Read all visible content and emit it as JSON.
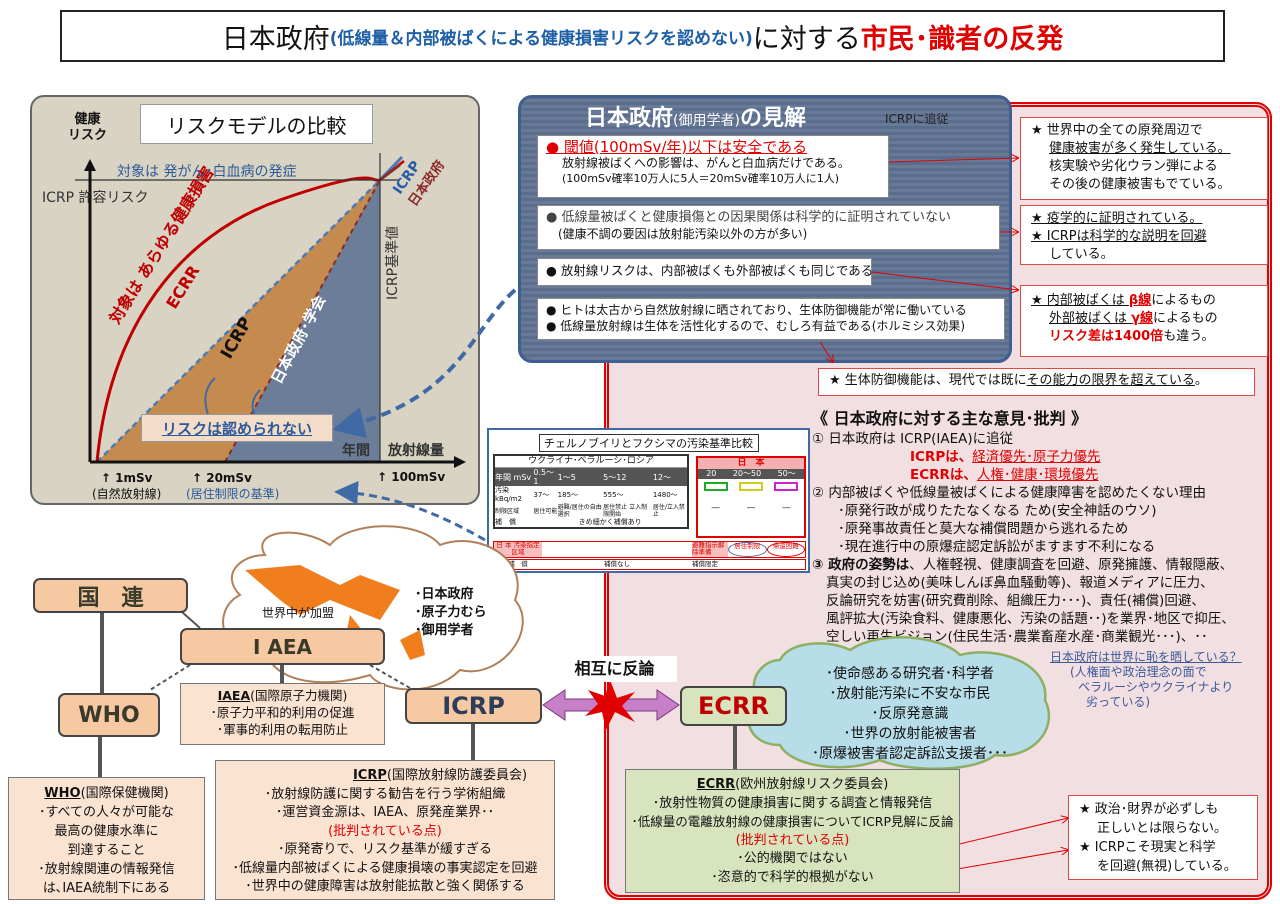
{
  "title": {
    "main": "日本政府",
    "sub": "(低線量＆内部被ばくによる健康損害リスクを認めない)",
    "mid": "に対する ",
    "red": "市民･識者の反発"
  },
  "risk_model": {
    "title": "リスクモデルの比較",
    "y_axis": [
      "健康",
      "リスク"
    ],
    "x_axis_label": "放射線量",
    "x_axis_label2": "年間",
    "target_cancer": "対象は 発がん･白血病の発症",
    "icrp_permissible": "ICRP  許容リスク",
    "ecrr_target": "対象は あらゆる健康損害",
    "ecrr": "ECRR",
    "icrp": "ICRP",
    "gov_academia": "日本政府･学会",
    "icrp_standard": "ICRP基準値",
    "corner_icrp": "ICRP",
    "corner_gov": "日本政府",
    "no_risk": "リスクは認められない",
    "ticks": [
      {
        "label": "↑ 1mSv",
        "note": "(自然放射線)"
      },
      {
        "label": "↑ 20mSv",
        "note": "(居住制限の基準)"
      },
      {
        "label": "↑ 100mSv",
        "note": ""
      }
    ],
    "colors": {
      "ecrr": "#c00000",
      "icrp": "#4a7ab8",
      "gov": "#8b2a2a"
    }
  },
  "gov_view": {
    "title": "日本政府",
    "title_paren": "(御用学者)",
    "title_end": "の見解",
    "follow": "ICRPに追従",
    "items": [
      {
        "head": "● 閾値(100mSv/年)以下は安全である",
        "lines": [
          "放射線被ばくへの影響は、がんと白血病だけである。",
          "(100mSv確率10万人に5人＝20mSv確率10万人に1人)"
        ]
      },
      {
        "head": "● 低線量被ばくと健康損傷との因果関係は科学的に証明されていない",
        "lines": [
          "(健康不調の要因は放射能汚染以外の方が多い)"
        ]
      },
      {
        "head": "● 放射線リスクは、内部被ばくも外部被ばくも同じである",
        "lines": []
      },
      {
        "head": "● ヒトは太古から自然放射線に晒されており、生体防御機能が常に働いている",
        "lines": [
          "● 低線量放射線は生体を活性化するので、むしろ有益である(ホルミシス効果)"
        ]
      }
    ]
  },
  "rebuttals": [
    {
      "lines": [
        "★ 世界中の全ての原発周辺で",
        "健康被害が多く発生している。",
        "核実験や劣化ウラン弾による",
        "その後の健康被害もでている。"
      ]
    },
    {
      "lines": [
        "★ 疫学的に証明されている。",
        "★ ICRPは科学的な説明を回避",
        "している。"
      ]
    },
    {
      "l1a": "★ 内部被ばくは ",
      "l1b": "β線",
      "l1c": "によるもの",
      "l2a": "外部被ばくは ",
      "l2b": "γ線",
      "l2c": "によるもの",
      "l3a": "リスク差は1400倍",
      "l3b": "も違う。"
    },
    {
      "a": "★ 生体防御機能は、現代では既に",
      "b": "その能力の限界を超えている",
      "c": "。"
    }
  ],
  "table": {
    "title": "チェルノブイリとフクシマの汚染基準比較",
    "ukr_header": "ウクライナ･ベラルーシ･ロシア",
    "jp_header": "日　本",
    "row_dose": [
      "年間 mSv",
      "0.5〜1",
      "1〜5",
      "5〜12",
      "12〜",
      "20",
      "20〜50",
      "50〜"
    ],
    "row_contam": [
      "汚染 kBq/m2",
      "37〜",
      "185〜",
      "555〜",
      "1480〜"
    ],
    "row_zone": [
      "制限区域",
      "居住可能",
      "避難/居住の自由選択",
      "居住禁止 立入制限開始",
      "居住/立入禁止",
      "―",
      "―",
      "―"
    ],
    "row_comp": [
      "補　償",
      "きめ細かく補償あり"
    ],
    "jp_zone": [
      "日 本 汚染指定区域",
      "避難指示解除準備",
      "居住制限",
      "帰還困難"
    ],
    "jp_comp": [
      "補　償",
      "補償なし",
      "補償限定"
    ]
  },
  "opinions": {
    "title": "《 日本政府に対する主な意見･批判 》",
    "p1": "① 日本政府は ICRP(IAEA)に追従",
    "p1a": "ICRPは、",
    "p1a_u": "経済優先･原子力優先",
    "p1b": "ECRRは、",
    "p1b_u": "人権･健康･環境優先",
    "p2": "②  内部被ばくや低線量被ばくによる健康障害を認めたくない理由",
    "p2_items": [
      "･原発行政が成りたたなくなる ため(安全神話のウソ)",
      "･原発事故責任と莫大な補償問題から逃れるため",
      "･現在進行中の原爆症認定訴訟がますます不利になる"
    ],
    "p3_bold": "③ 政府の姿勢は",
    "p3_lines": [
      "、人権軽視、健康調査を回避、原発擁護、情報隠蔽、",
      "真実の封じ込め(美味しんぼ鼻血騒動等)、報道メディアに圧力、",
      "反論研究を妨害(研究費削除、組織圧力･･･)、責任(補償)回避、",
      "風評拡大(汚染食料、健康悪化、汚染の話題･･)を業界･地区で抑圧、",
      "空しい再生ビジョン(住民生活･農業畜産水産･商業観光･･･)、･･"
    ],
    "shame": "日本政府は世界に恥を晒している？",
    "shame_note": [
      "(人権面や政治理念の面で",
      "ベラルーシやウクライナより",
      "劣っている)"
    ]
  },
  "orgs": {
    "un": "国　連",
    "iaea": "I AEA",
    "who": "WHO",
    "icrp": "ICRP",
    "ecrr": "ECRR",
    "world_join": "世界中が加盟",
    "village": [
      "･日本政府",
      "･原子力むら",
      "･御用学者"
    ],
    "mutual": "相互に反論",
    "iaea_desc": {
      "head": "IAEA",
      "paren": "(国際原子力機関)",
      "lines": [
        "･原子力平和的利用の促進",
        "･軍事的利用の転用防止"
      ]
    },
    "who_desc": {
      "head": "WHO",
      "paren": "(国際保健機関)",
      "lines": [
        "･すべての人々が可能な",
        "最高の健康水準に",
        "到達すること",
        "･放射線関連の情報発信",
        "は､IAEA統制下にある"
      ]
    },
    "icrp_desc": {
      "head": "ICRP",
      "paren": "(国際放射線防護委員会)",
      "lines": [
        "･放射線防護に関する勧告を行う学術組織",
        "･運営資金源は、IAEA、原発産業界･･"
      ],
      "crit": "(批判されている点)",
      "crit_lines": [
        "･原発寄りで、リスク基準が緩すぎる",
        "･低線量内部被ばくによる健康損壊の事実認定を回避",
        "･世界中の健康障害は放射能拡散と強く関係する"
      ]
    },
    "supporters": [
      "･使命感ある研究者･科学者",
      "･放射能汚染に不安な市民",
      "･反原発意識",
      "･世界の放射能被害者",
      "･原爆被害者認定訴訟支援者･･･"
    ],
    "ecrr_desc": {
      "head": "ECRR",
      "paren": "(欧州放射線リスク委員会)",
      "lines": [
        "･放射性物質の健康損害に関する調査と情報発信",
        "･低線量の電離放射線の健康損害についてICRP見解に反論"
      ],
      "crit": "(批判されている点)",
      "crit_lines": [
        "･公的機関ではない",
        "･恣意的で科学的根拠がない"
      ]
    },
    "ecrr_rebut": [
      "★ 政治･財界が必ずしも",
      "正しいとは限らない。",
      "★ ICRPこそ現実と科学",
      "を回避(無視)している。"
    ]
  }
}
